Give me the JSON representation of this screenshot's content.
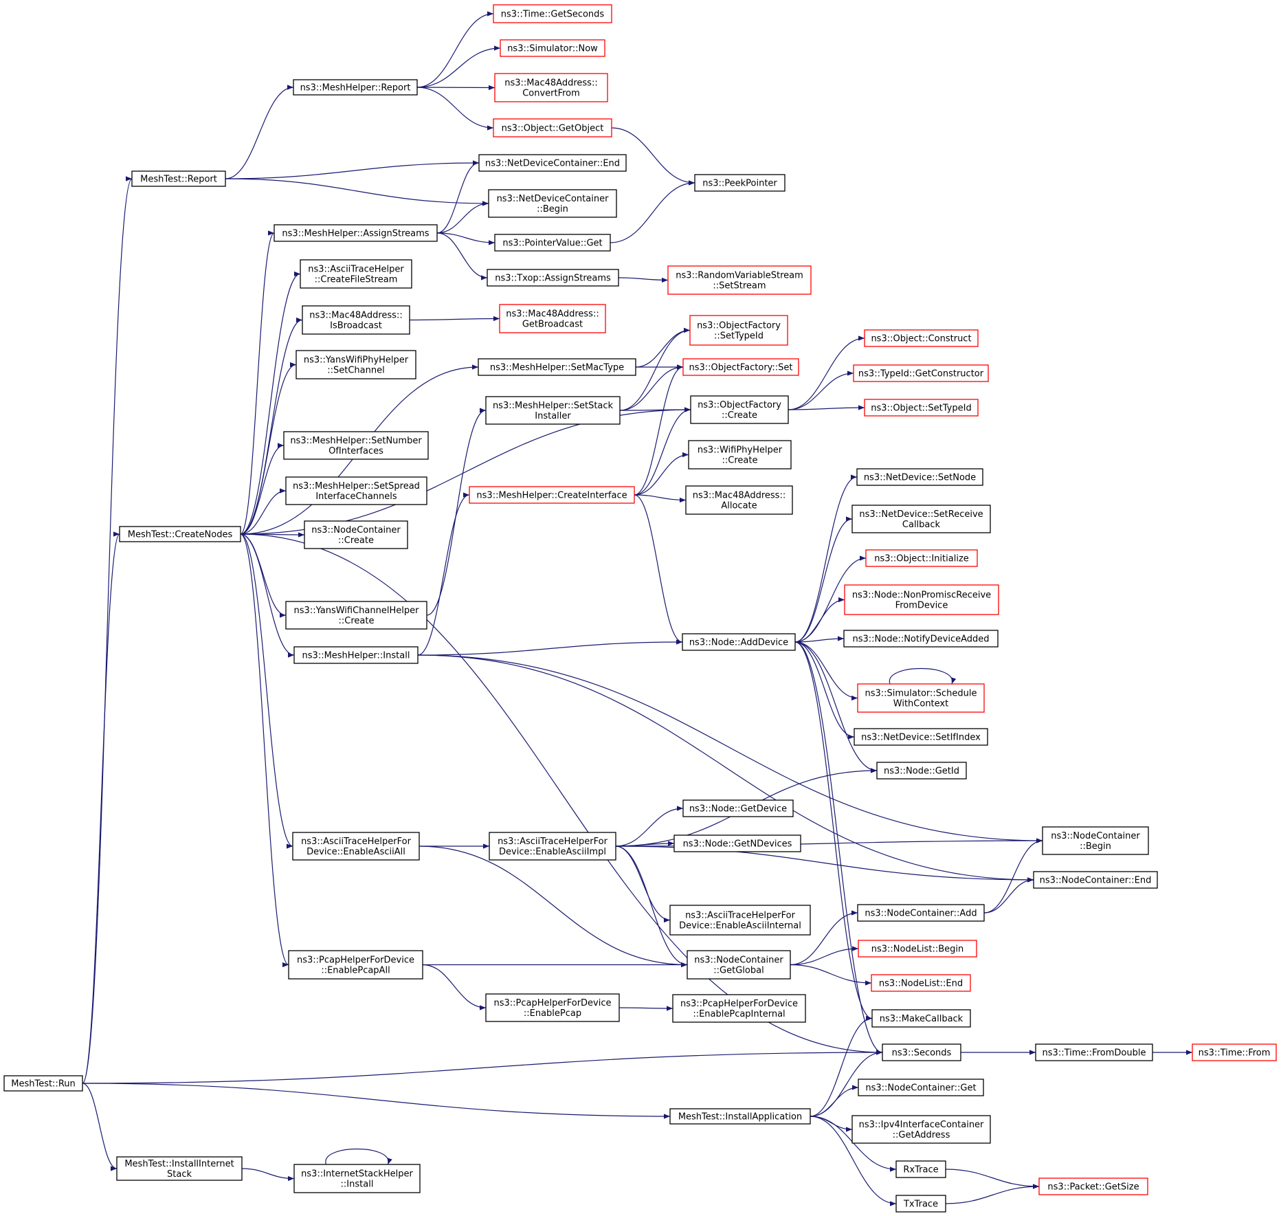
{
  "colors": {
    "edge": "#191970",
    "border_normal": "#000000",
    "border_truncated": "#ff0000",
    "root_fill": "#bfbfbf"
  },
  "nodes": [
    {
      "id": "run",
      "lines": [
        "MeshTest::Run"
      ],
      "style": "root"
    },
    {
      "id": "report",
      "lines": [
        "MeshTest::Report"
      ],
      "style": "normal"
    },
    {
      "id": "createNodes",
      "lines": [
        "MeshTest::CreateNodes"
      ],
      "style": "normal"
    },
    {
      "id": "installInternet",
      "lines": [
        "MeshTest::InstallInternet",
        "Stack"
      ],
      "style": "normal"
    },
    {
      "id": "installApp",
      "lines": [
        "MeshTest::InstallApplication"
      ],
      "style": "normal"
    },
    {
      "id": "mhReport",
      "lines": [
        "ns3::MeshHelper::Report"
      ],
      "style": "normal"
    },
    {
      "id": "timeGetSeconds",
      "lines": [
        "ns3::Time::GetSeconds"
      ],
      "style": "truncated"
    },
    {
      "id": "simNow",
      "lines": [
        "ns3::Simulator::Now"
      ],
      "style": "truncated"
    },
    {
      "id": "macConvertFrom",
      "lines": [
        "ns3::Mac48Address::",
        "ConvertFrom"
      ],
      "style": "truncated"
    },
    {
      "id": "objGetObject",
      "lines": [
        "ns3::Object::GetObject"
      ],
      "style": "truncated"
    },
    {
      "id": "ndcEnd",
      "lines": [
        "ns3::NetDeviceContainer::End"
      ],
      "style": "normal"
    },
    {
      "id": "ndcBegin",
      "lines": [
        "ns3::NetDeviceContainer",
        "::Begin"
      ],
      "style": "normal"
    },
    {
      "id": "peekPointer",
      "lines": [
        "ns3::PeekPointer"
      ],
      "style": "normal"
    },
    {
      "id": "mhAssignStreams",
      "lines": [
        "ns3::MeshHelper::AssignStreams"
      ],
      "style": "normal"
    },
    {
      "id": "ptrValueGet",
      "lines": [
        "ns3::PointerValue::Get"
      ],
      "style": "normal"
    },
    {
      "id": "txopAssign",
      "lines": [
        "ns3::Txop::AssignStreams"
      ],
      "style": "normal"
    },
    {
      "id": "rvsSetStream",
      "lines": [
        "ns3::RandomVariableStream",
        "::SetStream"
      ],
      "style": "truncated"
    },
    {
      "id": "asciiCreateFile",
      "lines": [
        "ns3::AsciiTraceHelper",
        "::CreateFileStream"
      ],
      "style": "normal"
    },
    {
      "id": "macIsBroadcast",
      "lines": [
        "ns3::Mac48Address::",
        "IsBroadcast"
      ],
      "style": "normal"
    },
    {
      "id": "macGetBroadcast",
      "lines": [
        "ns3::Mac48Address::",
        "GetBroadcast"
      ],
      "style": "truncated"
    },
    {
      "id": "yansSetChannel",
      "lines": [
        "ns3::YansWifiPhyHelper",
        "::SetChannel"
      ],
      "style": "normal"
    },
    {
      "id": "mhSetMacType",
      "lines": [
        "ns3::MeshHelper::SetMacType"
      ],
      "style": "normal"
    },
    {
      "id": "ofSetTypeId",
      "lines": [
        "ns3::ObjectFactory",
        "::SetTypeId"
      ],
      "style": "truncated"
    },
    {
      "id": "ofSet",
      "lines": [
        "ns3::ObjectFactory::Set"
      ],
      "style": "truncated"
    },
    {
      "id": "mhSetStack",
      "lines": [
        "ns3::MeshHelper::SetStack",
        "Installer"
      ],
      "style": "normal"
    },
    {
      "id": "ofCreate",
      "lines": [
        "ns3::ObjectFactory",
        "::Create"
      ],
      "style": "normal"
    },
    {
      "id": "objConstruct",
      "lines": [
        "ns3::Object::Construct"
      ],
      "style": "truncated"
    },
    {
      "id": "typeIdGetCtor",
      "lines": [
        "ns3::TypeId::GetConstructor"
      ],
      "style": "truncated"
    },
    {
      "id": "objSetTypeId",
      "lines": [
        "ns3::Object::SetTypeId"
      ],
      "style": "truncated"
    },
    {
      "id": "mhSetNumIf",
      "lines": [
        "ns3::MeshHelper::SetNumber",
        "OfInterfaces"
      ],
      "style": "normal"
    },
    {
      "id": "mhSetSpread",
      "lines": [
        "ns3::MeshHelper::SetSpread",
        "InterfaceChannels"
      ],
      "style": "normal"
    },
    {
      "id": "ncCreate",
      "lines": [
        "ns3::NodeContainer",
        "::Create"
      ],
      "style": "normal"
    },
    {
      "id": "wifiPhyCreate",
      "lines": [
        "ns3::WifiPhyHelper",
        "::Create"
      ],
      "style": "normal"
    },
    {
      "id": "mhCreateIf",
      "lines": [
        "ns3::MeshHelper::CreateInterface"
      ],
      "style": "truncated"
    },
    {
      "id": "macAllocate",
      "lines": [
        "ns3::Mac48Address::",
        "Allocate"
      ],
      "style": "normal"
    },
    {
      "id": "yansChCreate",
      "lines": [
        "ns3::YansWifiChannelHelper",
        "::Create"
      ],
      "style": "normal"
    },
    {
      "id": "mhInstall",
      "lines": [
        "ns3::MeshHelper::Install"
      ],
      "style": "normal"
    },
    {
      "id": "ndSetNode",
      "lines": [
        "ns3::NetDevice::SetNode"
      ],
      "style": "normal"
    },
    {
      "id": "ndSetReceiveCb",
      "lines": [
        "ns3::NetDevice::SetReceive",
        "Callback"
      ],
      "style": "normal"
    },
    {
      "id": "objInitialize",
      "lines": [
        "ns3::Object::Initialize"
      ],
      "style": "truncated"
    },
    {
      "id": "nodeNonPromisc",
      "lines": [
        "ns3::Node::NonPromiscReceive",
        "FromDevice"
      ],
      "style": "truncated"
    },
    {
      "id": "nodeAddDevice",
      "lines": [
        "ns3::Node::AddDevice"
      ],
      "style": "normal"
    },
    {
      "id": "nodeNotifyAdded",
      "lines": [
        "ns3::Node::NotifyDeviceAdded"
      ],
      "style": "normal"
    },
    {
      "id": "simScheduleCtx",
      "lines": [
        "ns3::Simulator::Schedule",
        "WithContext"
      ],
      "style": "truncated"
    },
    {
      "id": "ndSetIfIndex",
      "lines": [
        "ns3::NetDevice::SetIfIndex"
      ],
      "style": "normal"
    },
    {
      "id": "nodeGetId",
      "lines": [
        "ns3::Node::GetId"
      ],
      "style": "normal"
    },
    {
      "id": "ncBegin",
      "lines": [
        "ns3::NodeContainer",
        "::Begin"
      ],
      "style": "normal"
    },
    {
      "id": "ncEnd",
      "lines": [
        "ns3::NodeContainer::End"
      ],
      "style": "normal"
    },
    {
      "id": "asciiEnableAll",
      "lines": [
        "ns3::AsciiTraceHelperFor",
        "Device::EnableAsciiAll"
      ],
      "style": "normal"
    },
    {
      "id": "asciiEnableImpl",
      "lines": [
        "ns3::AsciiTraceHelperFor",
        "Device::EnableAsciiImpl"
      ],
      "style": "normal"
    },
    {
      "id": "nodeGetDevice",
      "lines": [
        "ns3::Node::GetDevice"
      ],
      "style": "normal"
    },
    {
      "id": "nodeGetNDevices",
      "lines": [
        "ns3::Node::GetNDevices"
      ],
      "style": "normal"
    },
    {
      "id": "asciiEnableInternal",
      "lines": [
        "ns3::AsciiTraceHelperFor",
        "Device::EnableAsciiInternal"
      ],
      "style": "normal"
    },
    {
      "id": "ncAdd",
      "lines": [
        "ns3::NodeContainer::Add"
      ],
      "style": "normal"
    },
    {
      "id": "pcapEnableAll",
      "lines": [
        "ns3::PcapHelperForDevice",
        "::EnablePcapAll"
      ],
      "style": "normal"
    },
    {
      "id": "ncGetGlobal",
      "lines": [
        "ns3::NodeContainer",
        "::GetGlobal"
      ],
      "style": "normal"
    },
    {
      "id": "nlBegin",
      "lines": [
        "ns3::NodeList::Begin"
      ],
      "style": "truncated"
    },
    {
      "id": "nlEnd",
      "lines": [
        "ns3::NodeList::End"
      ],
      "style": "truncated"
    },
    {
      "id": "pcapEnable",
      "lines": [
        "ns3::PcapHelperForDevice",
        "::EnablePcap"
      ],
      "style": "normal"
    },
    {
      "id": "pcapEnableInternal",
      "lines": [
        "ns3::PcapHelperForDevice",
        "::EnablePcapInternal"
      ],
      "style": "normal"
    },
    {
      "id": "makeCallback",
      "lines": [
        "ns3::MakeCallback"
      ],
      "style": "normal"
    },
    {
      "id": "seconds",
      "lines": [
        "ns3::Seconds"
      ],
      "style": "normal"
    },
    {
      "id": "timeFromDouble",
      "lines": [
        "ns3::Time::FromDouble"
      ],
      "style": "normal"
    },
    {
      "id": "timeFrom",
      "lines": [
        "ns3::Time::From"
      ],
      "style": "truncated"
    },
    {
      "id": "ncGet",
      "lines": [
        "ns3::NodeContainer::Get"
      ],
      "style": "normal"
    },
    {
      "id": "ipv4GetAddress",
      "lines": [
        "ns3::Ipv4InterfaceContainer",
        "::GetAddress"
      ],
      "style": "normal"
    },
    {
      "id": "rxTrace",
      "lines": [
        "RxTrace"
      ],
      "style": "normal"
    },
    {
      "id": "txTrace",
      "lines": [
        "TxTrace"
      ],
      "style": "normal"
    },
    {
      "id": "packetGetSize",
      "lines": [
        "ns3::Packet::GetSize"
      ],
      "style": "truncated"
    },
    {
      "id": "ishInstall",
      "lines": [
        "ns3::InternetStackHelper",
        "::Install"
      ],
      "style": "normal"
    }
  ],
  "edges": [
    [
      "run",
      "report"
    ],
    [
      "run",
      "createNodes"
    ],
    [
      "run",
      "seconds"
    ],
    [
      "run",
      "installApp"
    ],
    [
      "run",
      "installInternet"
    ],
    [
      "report",
      "mhReport"
    ],
    [
      "report",
      "ndcEnd"
    ],
    [
      "report",
      "ndcBegin"
    ],
    [
      "mhReport",
      "timeGetSeconds"
    ],
    [
      "mhReport",
      "simNow"
    ],
    [
      "mhReport",
      "macConvertFrom"
    ],
    [
      "mhReport",
      "objGetObject"
    ],
    [
      "objGetObject",
      "peekPointer"
    ],
    [
      "ptrValueGet",
      "peekPointer"
    ],
    [
      "createNodes",
      "mhAssignStreams"
    ],
    [
      "createNodes",
      "asciiCreateFile"
    ],
    [
      "createNodes",
      "macIsBroadcast"
    ],
    [
      "createNodes",
      "yansSetChannel"
    ],
    [
      "createNodes",
      "mhSetMacType"
    ],
    [
      "createNodes",
      "mhSetNumIf"
    ],
    [
      "createNodes",
      "mhSetSpread"
    ],
    [
      "createNodes",
      "ncCreate"
    ],
    [
      "createNodes",
      "ofCreate"
    ],
    [
      "createNodes",
      "yansChCreate"
    ],
    [
      "createNodes",
      "mhInstall"
    ],
    [
      "createNodes",
      "asciiEnableAll"
    ],
    [
      "createNodes",
      "pcapEnableAll"
    ],
    [
      "createNodes",
      "seconds"
    ],
    [
      "mhAssignStreams",
      "ndcEnd"
    ],
    [
      "mhAssignStreams",
      "ndcBegin"
    ],
    [
      "mhAssignStreams",
      "ptrValueGet"
    ],
    [
      "mhAssignStreams",
      "txopAssign"
    ],
    [
      "txopAssign",
      "rvsSetStream"
    ],
    [
      "macIsBroadcast",
      "macGetBroadcast"
    ],
    [
      "mhSetMacType",
      "ofSetTypeId"
    ],
    [
      "mhSetMacType",
      "ofSet"
    ],
    [
      "mhSetStack",
      "ofSetTypeId"
    ],
    [
      "mhSetStack",
      "ofSet"
    ],
    [
      "mhSetStack",
      "ofCreate"
    ],
    [
      "ofCreate",
      "objConstruct"
    ],
    [
      "ofCreate",
      "typeIdGetCtor"
    ],
    [
      "ofCreate",
      "objSetTypeId"
    ],
    [
      "yansChCreate",
      "mhSetStack"
    ],
    [
      "mhInstall",
      "mhCreateIf"
    ],
    [
      "mhInstall",
      "nodeAddDevice"
    ],
    [
      "mhInstall",
      "ncBegin"
    ],
    [
      "mhInstall",
      "ncEnd"
    ],
    [
      "mhCreateIf",
      "ofSet"
    ],
    [
      "mhCreateIf",
      "ofCreate"
    ],
    [
      "mhCreateIf",
      "wifiPhyCreate"
    ],
    [
      "mhCreateIf",
      "macAllocate"
    ],
    [
      "mhCreateIf",
      "nodeAddDevice"
    ],
    [
      "nodeAddDevice",
      "ndSetNode"
    ],
    [
      "nodeAddDevice",
      "ndSetReceiveCb"
    ],
    [
      "nodeAddDevice",
      "objInitialize"
    ],
    [
      "nodeAddDevice",
      "nodeNonPromisc"
    ],
    [
      "nodeAddDevice",
      "nodeNotifyAdded"
    ],
    [
      "nodeAddDevice",
      "simScheduleCtx"
    ],
    [
      "nodeAddDevice",
      "ndSetIfIndex"
    ],
    [
      "nodeAddDevice",
      "nodeGetId"
    ],
    [
      "nodeAddDevice",
      "makeCallback"
    ],
    [
      "nodeAddDevice",
      "seconds"
    ],
    [
      "simScheduleCtx",
      "simScheduleCtx"
    ],
    [
      "asciiEnableAll",
      "asciiEnableImpl"
    ],
    [
      "asciiEnableAll",
      "ncGetGlobal"
    ],
    [
      "asciiEnableImpl",
      "nodeGetId"
    ],
    [
      "asciiEnableImpl",
      "ncBegin"
    ],
    [
      "asciiEnableImpl",
      "nodeGetDevice"
    ],
    [
      "asciiEnableImpl",
      "nodeGetNDevices"
    ],
    [
      "asciiEnableImpl",
      "ncEnd"
    ],
    [
      "asciiEnableImpl",
      "asciiEnableInternal"
    ],
    [
      "asciiEnableImpl",
      "ncGetGlobal"
    ],
    [
      "ncAdd",
      "ncBegin"
    ],
    [
      "ncAdd",
      "ncEnd"
    ],
    [
      "pcapEnableAll",
      "ncGetGlobal"
    ],
    [
      "pcapEnableAll",
      "pcapEnable"
    ],
    [
      "pcapEnable",
      "pcapEnableInternal"
    ],
    [
      "ncGetGlobal",
      "ncAdd"
    ],
    [
      "ncGetGlobal",
      "nlBegin"
    ],
    [
      "ncGetGlobal",
      "nlEnd"
    ],
    [
      "seconds",
      "timeFromDouble"
    ],
    [
      "timeFromDouble",
      "timeFrom"
    ],
    [
      "installApp",
      "makeCallback"
    ],
    [
      "installApp",
      "seconds"
    ],
    [
      "installApp",
      "ncGet"
    ],
    [
      "installApp",
      "ipv4GetAddress"
    ],
    [
      "installApp",
      "rxTrace"
    ],
    [
      "installApp",
      "txTrace"
    ],
    [
      "rxTrace",
      "packetGetSize"
    ],
    [
      "txTrace",
      "packetGetSize"
    ],
    [
      "installInternet",
      "ishInstall"
    ],
    [
      "ishInstall",
      "ishInstall"
    ]
  ]
}
